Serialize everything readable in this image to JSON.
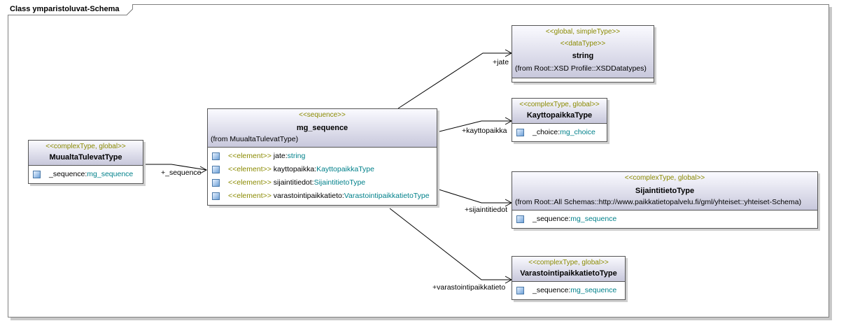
{
  "diagram": {
    "title": "Class ymparistoluvat-Schema"
  },
  "classes": {
    "muualta": {
      "stereotype": "<<complexType, global>>",
      "name": "MuualtaTulevatType",
      "attrs": [
        {
          "name": "_sequence:",
          "type": "mg_sequence"
        }
      ]
    },
    "mg_sequence": {
      "stereotype": "<<sequence>>",
      "name": "mg_sequence",
      "from": "(from MuualtaTulevatType)",
      "attrs": [
        {
          "stereo": "<<element>>",
          "name": " jate:",
          "type": "string"
        },
        {
          "stereo": "<<element>>",
          "name": " kayttopaikka:",
          "type": "KayttopaikkaType"
        },
        {
          "stereo": "<<element>>",
          "name": " sijaintitiedot:",
          "type": "SijaintitietoType"
        },
        {
          "stereo": "<<element>>",
          "name": " varastointipaikkatieto:",
          "type": "VarastointipaikkatietoType"
        }
      ]
    },
    "string": {
      "stereotype1": "<<global, simpleType>>",
      "stereotype2": "<<dataType>>",
      "name": "string",
      "from": "(from Root::XSD Profile::XSDDatatypes)"
    },
    "kaytto": {
      "stereotype": "<<complexType, global>>",
      "name": "KayttopaikkaType",
      "attrs": [
        {
          "name": "_choice:",
          "type": "mg_choice"
        }
      ]
    },
    "sijainti": {
      "stereotype": "<<complexType, global>>",
      "name": "SijaintitietoType",
      "from": "(from Root::All Schemas::http://www.paikkatietopalvelu.fi/gml/yhteiset::yhteiset-Schema)",
      "attrs": [
        {
          "name": "_sequence:",
          "type": "mg_sequence"
        }
      ]
    },
    "varasto": {
      "stereotype": "<<complexType, global>>",
      "name": "VarastointipaikkatietoType",
      "attrs": [
        {
          "name": "_sequence:",
          "type": "mg_sequence"
        }
      ]
    }
  },
  "roles": {
    "sequence": "+_sequence",
    "jate": "+jate",
    "kayttopaikka": "+kayttopaikka",
    "sijaintitiedot": "+sijaintitiedot",
    "varastointipaikkatieto": "+varastointipaikkatieto"
  },
  "colors": {
    "stereotype": "#8a8a00",
    "type": "#00808a",
    "header_bottom": "#c8c8dc"
  }
}
